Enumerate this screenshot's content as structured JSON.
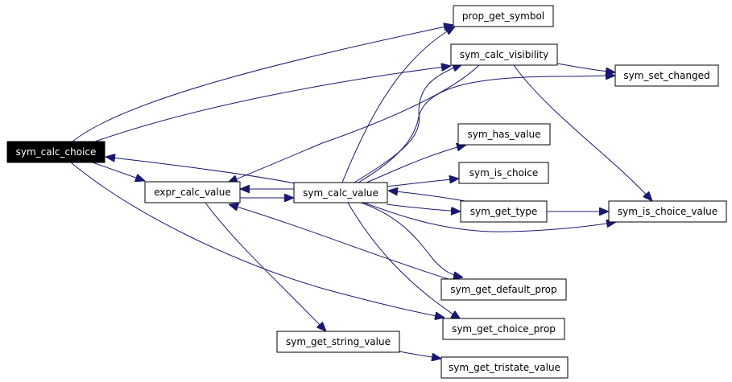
{
  "nodes": {
    "sym_calc_choice": "sym_calc_choice",
    "expr_calc_value": "expr_calc_value",
    "sym_calc_value": "sym_calc_value",
    "prop_get_symbol": "prop_get_symbol",
    "sym_calc_visibility": "sym_calc_visibility",
    "sym_set_changed": "sym_set_changed",
    "sym_has_value": "sym_has_value",
    "sym_is_choice": "sym_is_choice",
    "sym_get_type": "sym_get_type",
    "sym_is_choice_value": "sym_is_choice_value",
    "sym_get_default_prop": "sym_get_default_prop",
    "sym_get_choice_prop": "sym_get_choice_prop",
    "sym_get_string_value": "sym_get_string_value",
    "sym_get_tristate_value": "sym_get_tristate_value"
  },
  "colors": {
    "edge": "#191970",
    "root_fill": "#000000",
    "root_text": "#ffffff"
  }
}
